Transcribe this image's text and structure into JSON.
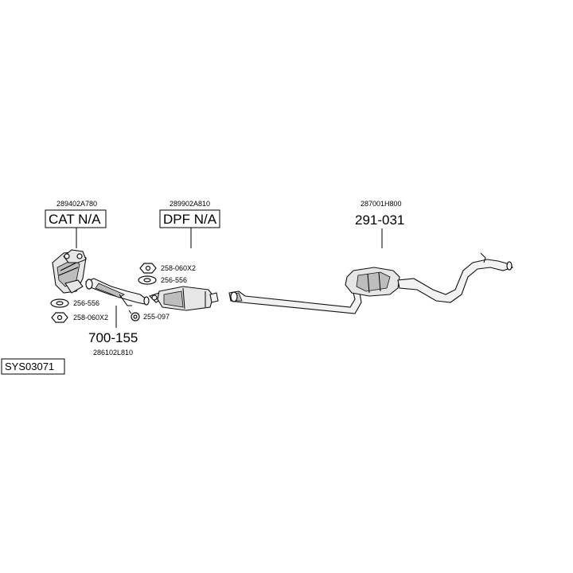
{
  "system_code": "SYS03071",
  "parts": {
    "catalyst": {
      "oe_number": "289402A780",
      "label": "CAT N/A"
    },
    "dpf": {
      "oe_number": "289902A810",
      "label": "DPF N/A"
    },
    "rear_silencer": {
      "oe_number": "287001H800",
      "label": "291-031"
    },
    "front_pipe": {
      "oe_number": "286102L810",
      "label": "700-155"
    }
  },
  "hardware": {
    "nut_dpf": "258-060X2",
    "gasket_dpf": "256-556",
    "gasket_front": "256-556",
    "nut_front": "258-060X2",
    "clamp": "255-097"
  }
}
